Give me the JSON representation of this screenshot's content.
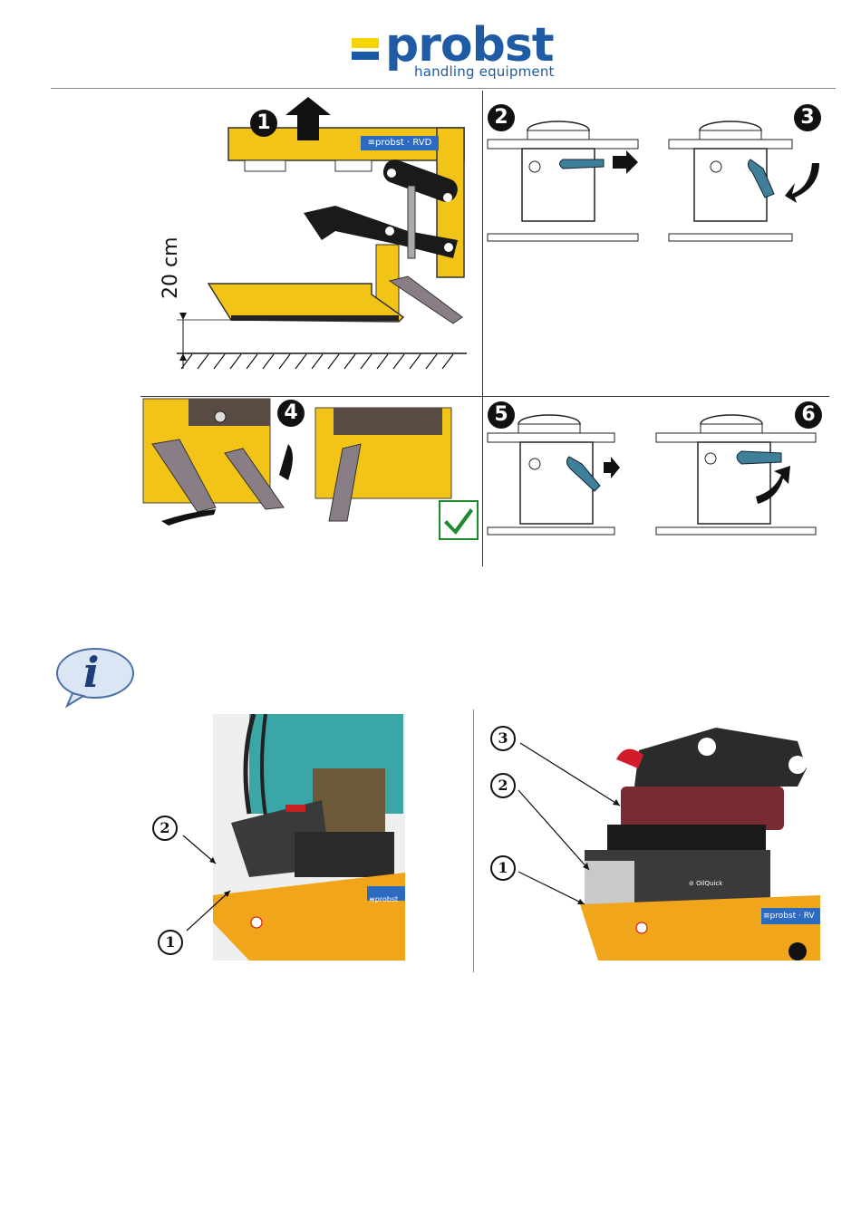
{
  "header": {
    "logo_word": "probst",
    "logo_subtitle": "handling equipment"
  },
  "steps": {
    "step1": "1",
    "step2": "2",
    "step3": "3",
    "step4": "4",
    "step5": "5",
    "step6": "6"
  },
  "figure": {
    "dimension_label": "20 cm",
    "device_plate_text": "≡probst · RVD"
  },
  "callouts": {
    "left_photo": [
      "2",
      "1"
    ],
    "right_photo": [
      "3",
      "2",
      "1"
    ]
  },
  "photo_labels": {
    "left_brand": "≡probst",
    "right_brand": "≡probst · RV",
    "quick_label": "⊘ OilQuick"
  },
  "info_icon": {
    "letter": "i"
  },
  "colors": {
    "brand_blue": "#1f5aa5",
    "brand_yellow": "#f6d400",
    "frame_yellow": "#f2c417",
    "check_green": "#1e8a2e"
  }
}
